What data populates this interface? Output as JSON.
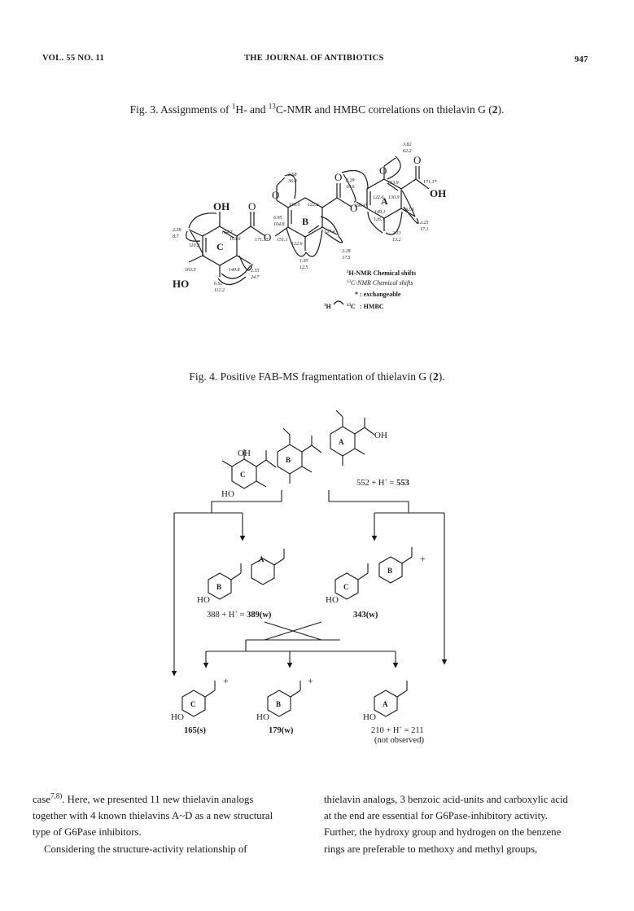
{
  "header": {
    "volume": "VOL. 55 NO. 11",
    "journal": "THE JOURNAL OF ANTIBIOTICS",
    "page": "947"
  },
  "fig3": {
    "caption_pre": "Fig. 3.   Assignments of ",
    "caption_mid1": "H- and ",
    "caption_mid2": "C-NMR and HMBC correlations on thielavin G (",
    "caption_num": "2",
    "caption_end": ").",
    "sup1": "1",
    "sup13": "13",
    "legend_h": "H-NMR Chemical shifts",
    "legend_c": "C-NMR Chemical shifts",
    "legend_star": "* : exchangeable",
    "legend_hmbc": ": HMBC",
    "ring_a": "A",
    "ring_b": "B",
    "ring_c": "C",
    "label_oh": "OH",
    "label_ho": "HO",
    "label_o": "O",
    "shifts": {
      "s382": "3.82",
      "s622": "62.2",
      "s1539": "153.9",
      "s1713a": "171.3*",
      "s1226a": "122.6",
      "s1309": "130.9",
      "s1491": "149.1",
      "s1324": "132.4",
      "s1261": "126.1",
      "s225": "2.25",
      "s171": "17.1",
      "s213": "2.13",
      "s132": "13.2",
      "s229": "2.29",
      "s106": "10.6",
      "s1664": "166.4*",
      "s368": "3.68",
      "s360": "36.0",
      "s1560": "156.0",
      "s1222": "122.2",
      "s695": "6.95",
      "s1048": "104.8",
      "s1713b": "171.3*",
      "s1511": "151.1",
      "s1374": "137.4",
      "s228": "2.28",
      "s175": "17.5",
      "s1226b": "122.6",
      "s195": "1.95",
      "s125": "12.5",
      "s238": "2.38",
      "s87": "8.7",
      "s1647": "164.7",
      "s1036": "103.6",
      "s1102": "110.2",
      "s1630": "163.0",
      "s1408": "140.8",
      "s255": "2.55",
      "s247": "24.7",
      "s662": "6.62",
      "s1122": "112.2"
    }
  },
  "fig4": {
    "caption_pre": "Fig. 4.   Positive FAB-MS fragmentation of thielavin G (",
    "caption_num": "2",
    "caption_end": ").",
    "parent_pre": "552 + H",
    "parent_post": " = ",
    "parent_val": "553",
    "frag389_pre": "388 + H",
    "frag389_val": "389(w)",
    "frag343": "343(w)",
    "frag165": "165(s)",
    "frag179": "179(w)",
    "frag211": "210 + H",
    "frag211_val": " = 211",
    "not_observed": "(not observed)",
    "plus": "+",
    "eq": " = "
  },
  "body": {
    "l1a": "case",
    "l1ref": "7,8)",
    "l1b": ".  Here,  we  presented  11  new  thielavin  analogs",
    "l2": "together with 4 known thielavins A~D as a new structural",
    "l3": "type of G6Pase inhibitors.",
    "l4": "Considering   the   structure-activity   relationship   of",
    "r1": "thielavin analogs, 3 benzoic acid-units and carboxylic acid",
    "r2": "at the end are essential for G6Pase-inhibitory activity.",
    "r3": "Further, the hydroxy group and hydrogen on the benzene",
    "r4": "rings  are  preferable  to  methoxy  and  methyl  groups,"
  }
}
